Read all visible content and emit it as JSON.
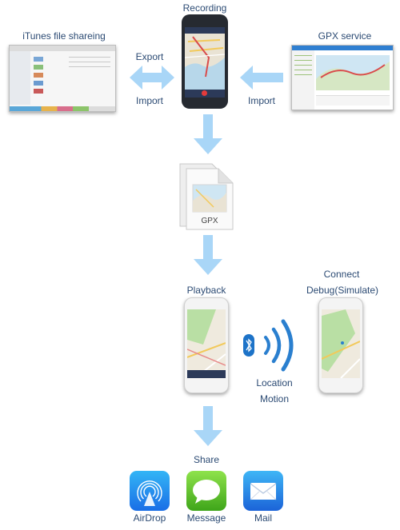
{
  "top": {
    "recording_label": "Recording",
    "itunes_label": "iTunes file shareing",
    "gpx_service_label": "GPX service",
    "export_label": "Export",
    "import_left_label": "Import",
    "import_right_label": "Import"
  },
  "file": {
    "label": "GPX"
  },
  "playback": {
    "label": "Playback",
    "connect_label": "Connect",
    "debug_label": "Debug(Simulate)",
    "location_label": "Location",
    "motion_label": "Motion"
  },
  "share": {
    "label": "Share",
    "airdrop_label": "AirDrop",
    "message_label": "Message",
    "mail_label": "Mail"
  },
  "colors": {
    "arrow": "#a9d6f7",
    "text": "#2b4a73",
    "bluetooth": "#1d73c8"
  }
}
